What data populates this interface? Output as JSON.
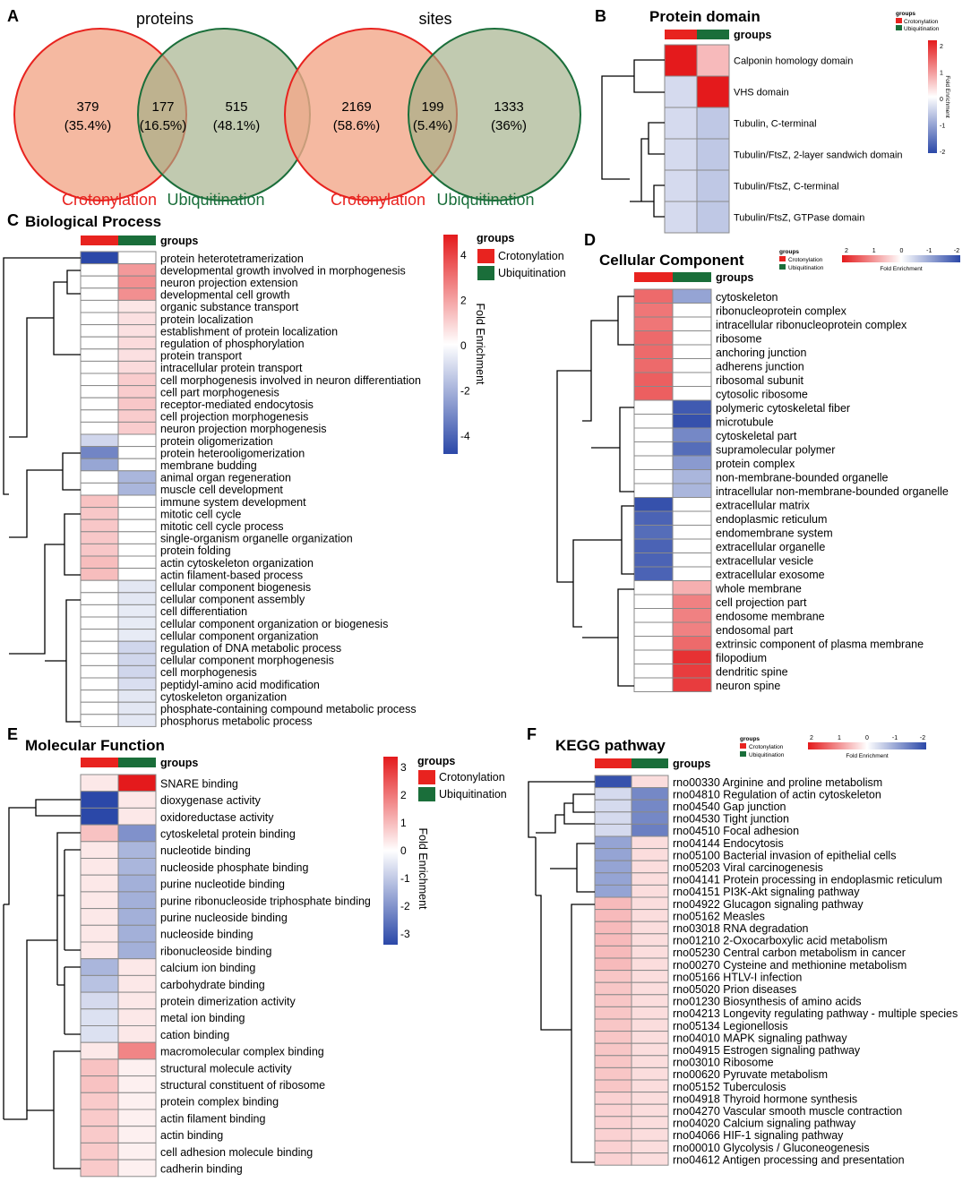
{
  "colors": {
    "crotonylation": "#e8231f",
    "ubiquitination": "#1a6e3a",
    "high": "#e41a1c",
    "mid": "#ffffff",
    "low": "#2b48a8"
  },
  "panel_letters": [
    "A",
    "B",
    "C",
    "D",
    "E",
    "F"
  ],
  "panel_a": {
    "proteins": {
      "title": "proteins",
      "left": "379",
      "left_pct": "(35.4%)",
      "middle": "177",
      "middle_pct": "(16.5%)",
      "right": "515",
      "right_pct": "(48.1%)"
    },
    "sites": {
      "title": "sites",
      "left": "2169",
      "left_pct": "(58.6%)",
      "middle": "199",
      "middle_pct": "(5.4%)",
      "right": "1333",
      "right_pct": "(36%)"
    },
    "label_left": "Crotonylation",
    "label_right": "Ubiquitination"
  },
  "legend": {
    "groups_title": "groups",
    "crotonylation": "Crotonylation",
    "ubiquitination": "Ubiquitination",
    "fold_enrichment": "Fold Enrichment",
    "groups_row": "groups"
  },
  "panel_b": {
    "title": "Protein domain",
    "ticks": [
      "2",
      "1",
      "0",
      "-1",
      "-2"
    ],
    "rows": [
      {
        "label": "Calponin homology domain",
        "c": 2.0,
        "u": 0.6
      },
      {
        "label": "VHS domain",
        "c": -0.4,
        "u": 2.0
      },
      {
        "label": "Tubulin, C-terminal",
        "c": -0.4,
        "u": -0.6
      },
      {
        "label": "Tubulin/FtsZ, 2-layer sandwich domain",
        "c": -0.4,
        "u": -0.6
      },
      {
        "label": "Tubulin/FtsZ, C-terminal",
        "c": -0.4,
        "u": -0.6
      },
      {
        "label": "Tubulin/FtsZ, GTPase domain",
        "c": -0.4,
        "u": -0.6
      }
    ]
  },
  "panel_c": {
    "title": "Biological Process",
    "ticks": [
      "4",
      "2",
      "0",
      "-2",
      "-4"
    ],
    "rows": [
      {
        "label": "protein heterotetramerization",
        "c": -4.5,
        "u": 0.0
      },
      {
        "label": "developmental growth involved in morphogenesis",
        "c": 0.0,
        "u": 2.0
      },
      {
        "label": "neuron projection extension",
        "c": 0.0,
        "u": 2.2
      },
      {
        "label": "developmental cell growth",
        "c": 0.0,
        "u": 2.2
      },
      {
        "label": "organic substance transport",
        "c": 0.0,
        "u": 0.5
      },
      {
        "label": "protein localization",
        "c": 0.0,
        "u": 0.6
      },
      {
        "label": "establishment of protein localization",
        "c": 0.0,
        "u": 0.6
      },
      {
        "label": "regulation of phosphorylation",
        "c": 0.0,
        "u": 0.7
      },
      {
        "label": "protein transport",
        "c": 0.0,
        "u": 0.6
      },
      {
        "label": "intracellular protein transport",
        "c": 0.0,
        "u": 0.7
      },
      {
        "label": "cell morphogenesis involved in neuron differentiation",
        "c": 0.0,
        "u": 1.0
      },
      {
        "label": "cell part morphogenesis",
        "c": 0.0,
        "u": 1.0
      },
      {
        "label": "receptor-mediated endocytosis",
        "c": 0.0,
        "u": 1.1
      },
      {
        "label": "cell projection morphogenesis",
        "c": 0.0,
        "u": 1.0
      },
      {
        "label": "neuron projection morphogenesis",
        "c": 0.0,
        "u": 1.0
      },
      {
        "label": "protein oligomerization",
        "c": -1.0,
        "u": 0.0
      },
      {
        "label": "protein heterooligomerization",
        "c": -3.0,
        "u": 0.0
      },
      {
        "label": "membrane budding",
        "c": -2.2,
        "u": 0.0
      },
      {
        "label": "animal organ regeneration",
        "c": 0.0,
        "u": -1.8
      },
      {
        "label": "muscle cell development",
        "c": 0.0,
        "u": -1.8
      },
      {
        "label": "immune system development",
        "c": 1.2,
        "u": 0.0
      },
      {
        "label": "mitotic cell cycle",
        "c": 1.1,
        "u": 0.0
      },
      {
        "label": "mitotic cell cycle process",
        "c": 1.1,
        "u": 0.0
      },
      {
        "label": "single-organism organelle organization",
        "c": 1.1,
        "u": 0.0
      },
      {
        "label": "protein folding",
        "c": 1.1,
        "u": 0.0
      },
      {
        "label": "actin cytoskeleton organization",
        "c": 1.3,
        "u": 0.0
      },
      {
        "label": "actin filament-based process",
        "c": 1.3,
        "u": 0.0
      },
      {
        "label": "cellular component biogenesis",
        "c": 0.0,
        "u": -0.6
      },
      {
        "label": "cellular component assembly",
        "c": 0.0,
        "u": -0.6
      },
      {
        "label": "cell differentiation",
        "c": 0.0,
        "u": -0.5
      },
      {
        "label": "cellular component organization or biogenesis",
        "c": 0.0,
        "u": -0.5
      },
      {
        "label": "cellular component organization",
        "c": 0.0,
        "u": -0.5
      },
      {
        "label": "regulation of DNA metabolic process",
        "c": 0.0,
        "u": -1.0
      },
      {
        "label": "cellular component morphogenesis",
        "c": 0.0,
        "u": -1.0
      },
      {
        "label": "cell morphogenesis",
        "c": 0.0,
        "u": -1.0
      },
      {
        "label": "peptidyl-amino acid modification",
        "c": 0.0,
        "u": -0.8
      },
      {
        "label": "cytoskeleton organization",
        "c": 0.0,
        "u": -0.6
      },
      {
        "label": "phosphate-containing compound metabolic process",
        "c": 0.0,
        "u": -0.6
      },
      {
        "label": "phosphorus metabolic process",
        "c": 0.0,
        "u": -0.6
      }
    ]
  },
  "panel_d": {
    "title": "Cellular Component",
    "ticks": [
      "2",
      "1",
      "0",
      "-1",
      "-2"
    ],
    "rows": [
      {
        "label": "cytoskeleton",
        "c": 1.3,
        "u": -1.0
      },
      {
        "label": "ribonucleoprotein complex",
        "c": 1.2,
        "u": 0.0
      },
      {
        "label": "intracellular ribonucleoprotein complex",
        "c": 1.2,
        "u": 0.0
      },
      {
        "label": "ribosome",
        "c": 1.3,
        "u": 0.0
      },
      {
        "label": "anchoring junction",
        "c": 1.3,
        "u": 0.0
      },
      {
        "label": "adherens junction",
        "c": 1.3,
        "u": 0.0
      },
      {
        "label": "ribosomal subunit",
        "c": 1.4,
        "u": 0.0
      },
      {
        "label": "cytosolic ribosome",
        "c": 1.4,
        "u": 0.0
      },
      {
        "label": "polymeric cytoskeletal fiber",
        "c": 0.0,
        "u": -1.8
      },
      {
        "label": "microtubule",
        "c": 0.0,
        "u": -1.9
      },
      {
        "label": "cytoskeletal part",
        "c": 0.0,
        "u": -1.3
      },
      {
        "label": "supramolecular polymer",
        "c": 0.0,
        "u": -1.6
      },
      {
        "label": "protein complex",
        "c": 0.0,
        "u": -1.1
      },
      {
        "label": "non-membrane-bounded organelle",
        "c": 0.0,
        "u": -0.8
      },
      {
        "label": "intracellular non-membrane-bounded organelle",
        "c": 0.0,
        "u": -0.8
      },
      {
        "label": "extracellular matrix",
        "c": -1.9,
        "u": 0.0
      },
      {
        "label": "endoplasmic reticulum",
        "c": -1.7,
        "u": 0.0
      },
      {
        "label": "endomembrane system",
        "c": -1.6,
        "u": 0.0
      },
      {
        "label": "extracellular organelle",
        "c": -1.7,
        "u": 0.0
      },
      {
        "label": "extracellular vesicle",
        "c": -1.7,
        "u": 0.0
      },
      {
        "label": "extracellular exosome",
        "c": -1.7,
        "u": 0.0
      },
      {
        "label": "whole membrane",
        "c": 0.0,
        "u": 0.7
      },
      {
        "label": "cell projection part",
        "c": 0.0,
        "u": 1.1
      },
      {
        "label": "endosome membrane",
        "c": 0.0,
        "u": 1.1
      },
      {
        "label": "endosomal part",
        "c": 0.0,
        "u": 1.1
      },
      {
        "label": "extrinsic component of plasma membrane",
        "c": 0.0,
        "u": 1.3
      },
      {
        "label": "filopodium",
        "c": 0.0,
        "u": 1.8
      },
      {
        "label": "dendritic spine",
        "c": 0.0,
        "u": 1.7
      },
      {
        "label": "neuron spine",
        "c": 0.0,
        "u": 1.7
      }
    ]
  },
  "panel_e": {
    "title": "Molecular Function",
    "ticks": [
      "3",
      "2",
      "1",
      "0",
      "-1",
      "-2",
      "-3"
    ],
    "rows": [
      {
        "label": "SNARE binding",
        "c": 0.3,
        "u": 3.0
      },
      {
        "label": "dioxygenase activity",
        "c": -3.0,
        "u": 0.3
      },
      {
        "label": "oxidoreductase activity",
        "c": -3.0,
        "u": 0.3
      },
      {
        "label": "cytoskeletal protein binding",
        "c": 0.8,
        "u": -1.8
      },
      {
        "label": "nucleotide binding",
        "c": 0.3,
        "u": -1.2
      },
      {
        "label": "nucleoside phosphate binding",
        "c": 0.3,
        "u": -1.2
      },
      {
        "label": "purine nucleotide binding",
        "c": 0.3,
        "u": -1.3
      },
      {
        "label": "purine ribonucleoside triphosphate binding",
        "c": 0.3,
        "u": -1.3
      },
      {
        "label": "purine nucleoside binding",
        "c": 0.3,
        "u": -1.3
      },
      {
        "label": "nucleoside binding",
        "c": 0.3,
        "u": -1.3
      },
      {
        "label": "ribonucleoside binding",
        "c": 0.3,
        "u": -1.3
      },
      {
        "label": "calcium ion binding",
        "c": -1.2,
        "u": 0.3
      },
      {
        "label": "carbohydrate binding",
        "c": -1.0,
        "u": 0.3
      },
      {
        "label": "protein dimerization activity",
        "c": -0.6,
        "u": 0.3
      },
      {
        "label": "metal ion binding",
        "c": -0.5,
        "u": 0.3
      },
      {
        "label": "cation binding",
        "c": -0.5,
        "u": 0.3
      },
      {
        "label": "macromolecular complex binding",
        "c": 0.3,
        "u": 1.6
      },
      {
        "label": "structural molecule activity",
        "c": 0.8,
        "u": 0.2
      },
      {
        "label": "structural constituent of ribosome",
        "c": 0.8,
        "u": 0.2
      },
      {
        "label": "protein complex binding",
        "c": 0.7,
        "u": 0.2
      },
      {
        "label": "actin filament binding",
        "c": 0.7,
        "u": 0.2
      },
      {
        "label": "actin binding",
        "c": 0.7,
        "u": 0.2
      },
      {
        "label": "cell adhesion molecule binding",
        "c": 0.7,
        "u": 0.2
      },
      {
        "label": "cadherin binding",
        "c": 0.7,
        "u": 0.2
      }
    ]
  },
  "panel_f": {
    "title": "KEGG pathway",
    "ticks": [
      "2",
      "1",
      "0",
      "-1",
      "-2"
    ],
    "rows": [
      {
        "label": "rno00330 Arginine and proline metabolism",
        "c": -1.9,
        "u": 0.3
      },
      {
        "label": "rno04810 Regulation of actin cytoskeleton",
        "c": -0.4,
        "u": -1.3
      },
      {
        "label": "rno04540 Gap junction",
        "c": -0.4,
        "u": -1.3
      },
      {
        "label": "rno04530 Tight junction",
        "c": -0.4,
        "u": -1.3
      },
      {
        "label": "rno04510 Focal adhesion",
        "c": -0.4,
        "u": -1.4
      },
      {
        "label": "rno04144 Endocytosis",
        "c": -1.0,
        "u": 0.3
      },
      {
        "label": "rno05100 Bacterial invasion of epithelial cells",
        "c": -1.0,
        "u": 0.3
      },
      {
        "label": "rno05203 Viral carcinogenesis",
        "c": -1.0,
        "u": 0.3
      },
      {
        "label": "rno04141 Protein processing in endoplasmic reticulum",
        "c": -1.0,
        "u": 0.3
      },
      {
        "label": "rno04151 PI3K-Akt signaling pathway",
        "c": -1.0,
        "u": 0.3
      },
      {
        "label": "rno04922 Glucagon signaling pathway",
        "c": 0.6,
        "u": 0.3
      },
      {
        "label": "rno05162 Measles",
        "c": 0.6,
        "u": 0.3
      },
      {
        "label": "rno03018 RNA degradation",
        "c": 0.6,
        "u": 0.3
      },
      {
        "label": "rno01210 2-Oxocarboxylic acid metabolism",
        "c": 0.6,
        "u": 0.3
      },
      {
        "label": "rno05230 Central carbon metabolism in cancer",
        "c": 0.6,
        "u": 0.3
      },
      {
        "label": "rno00270 Cysteine and methionine metabolism",
        "c": 0.6,
        "u": 0.3
      },
      {
        "label": "rno05166 HTLV-I infection",
        "c": 0.5,
        "u": 0.3
      },
      {
        "label": "rno05020 Prion diseases",
        "c": 0.5,
        "u": 0.3
      },
      {
        "label": "rno01230 Biosynthesis of amino acids",
        "c": 0.5,
        "u": 0.3
      },
      {
        "label": "rno04213 Longevity regulating pathway - multiple species",
        "c": 0.5,
        "u": 0.3
      },
      {
        "label": "rno05134 Legionellosis",
        "c": 0.5,
        "u": 0.3
      },
      {
        "label": "rno04010 MAPK signaling pathway",
        "c": 0.5,
        "u": 0.3
      },
      {
        "label": "rno04915 Estrogen signaling pathway",
        "c": 0.5,
        "u": 0.3
      },
      {
        "label": "rno03010 Ribosome",
        "c": 0.5,
        "u": 0.3
      },
      {
        "label": "rno00620 Pyruvate metabolism",
        "c": 0.5,
        "u": 0.3
      },
      {
        "label": "rno05152 Tuberculosis",
        "c": 0.5,
        "u": 0.3
      },
      {
        "label": "rno04918 Thyroid hormone synthesis",
        "c": 0.4,
        "u": 0.3
      },
      {
        "label": "rno04270 Vascular smooth muscle contraction",
        "c": 0.4,
        "u": 0.3
      },
      {
        "label": "rno04020 Calcium signaling pathway",
        "c": 0.4,
        "u": 0.3
      },
      {
        "label": "rno04066 HIF-1 signaling pathway",
        "c": 0.4,
        "u": 0.3
      },
      {
        "label": "rno00010 Glycolysis / Gluconeogenesis",
        "c": 0.4,
        "u": 0.3
      },
      {
        "label": "rno04612 Antigen processing and presentation",
        "c": 0.4,
        "u": 0.3
      }
    ]
  }
}
